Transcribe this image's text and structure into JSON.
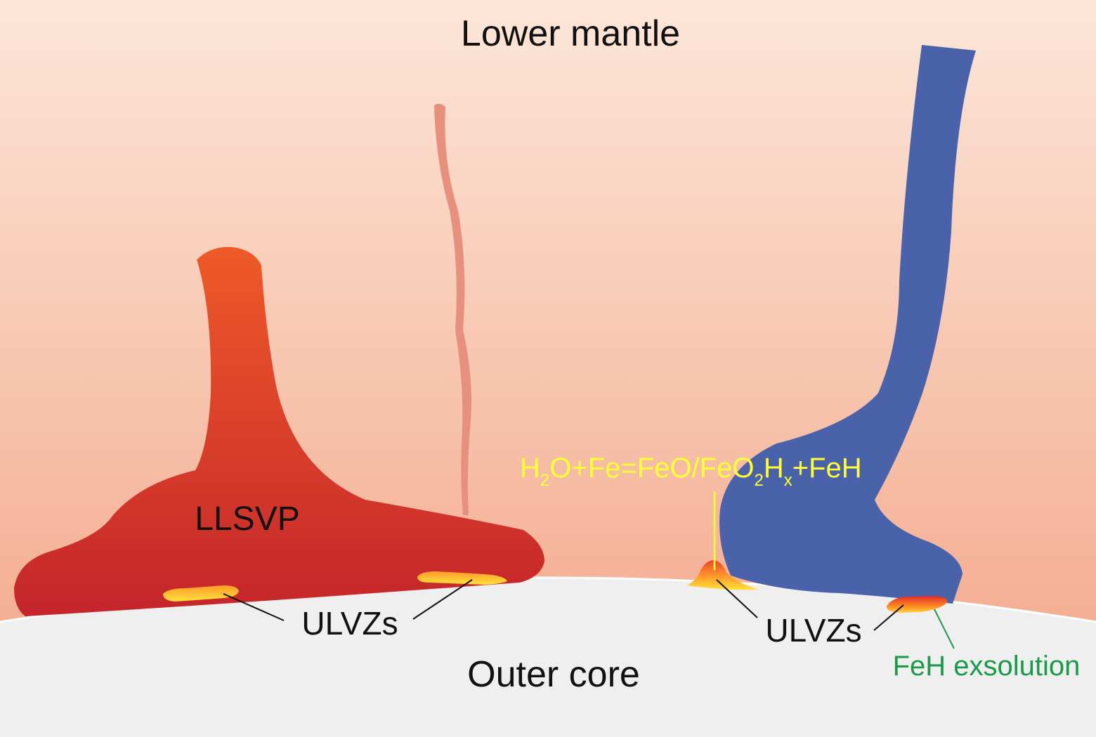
{
  "labels": {
    "lower_mantle": "Lower mantle",
    "outer_core": "Outer core",
    "llsvp": "LLSVP",
    "ulvzs_left": "ULVZs",
    "ulvzs_right": "ULVZs",
    "feh_exsolution": "FeH exsolution"
  },
  "reaction": {
    "p1": "H",
    "s1": "2",
    "p2": "O+Fe=FeO/FeO",
    "s2": "2",
    "p3": "H",
    "s3": "x",
    "p4": "+FeH"
  },
  "colors": {
    "mantle_top": "#fce6d8",
    "mantle_bottom": "#f3a587",
    "core": "#efefef",
    "llsvp_top": "#ee5a28",
    "llsvp_bottom": "#c4252b",
    "slab": "#4a62a9",
    "thin_plume": "#e8907e",
    "reaction_text": "#ffff33",
    "feh_text": "#1a9a4a",
    "label_text": "#111111"
  }
}
